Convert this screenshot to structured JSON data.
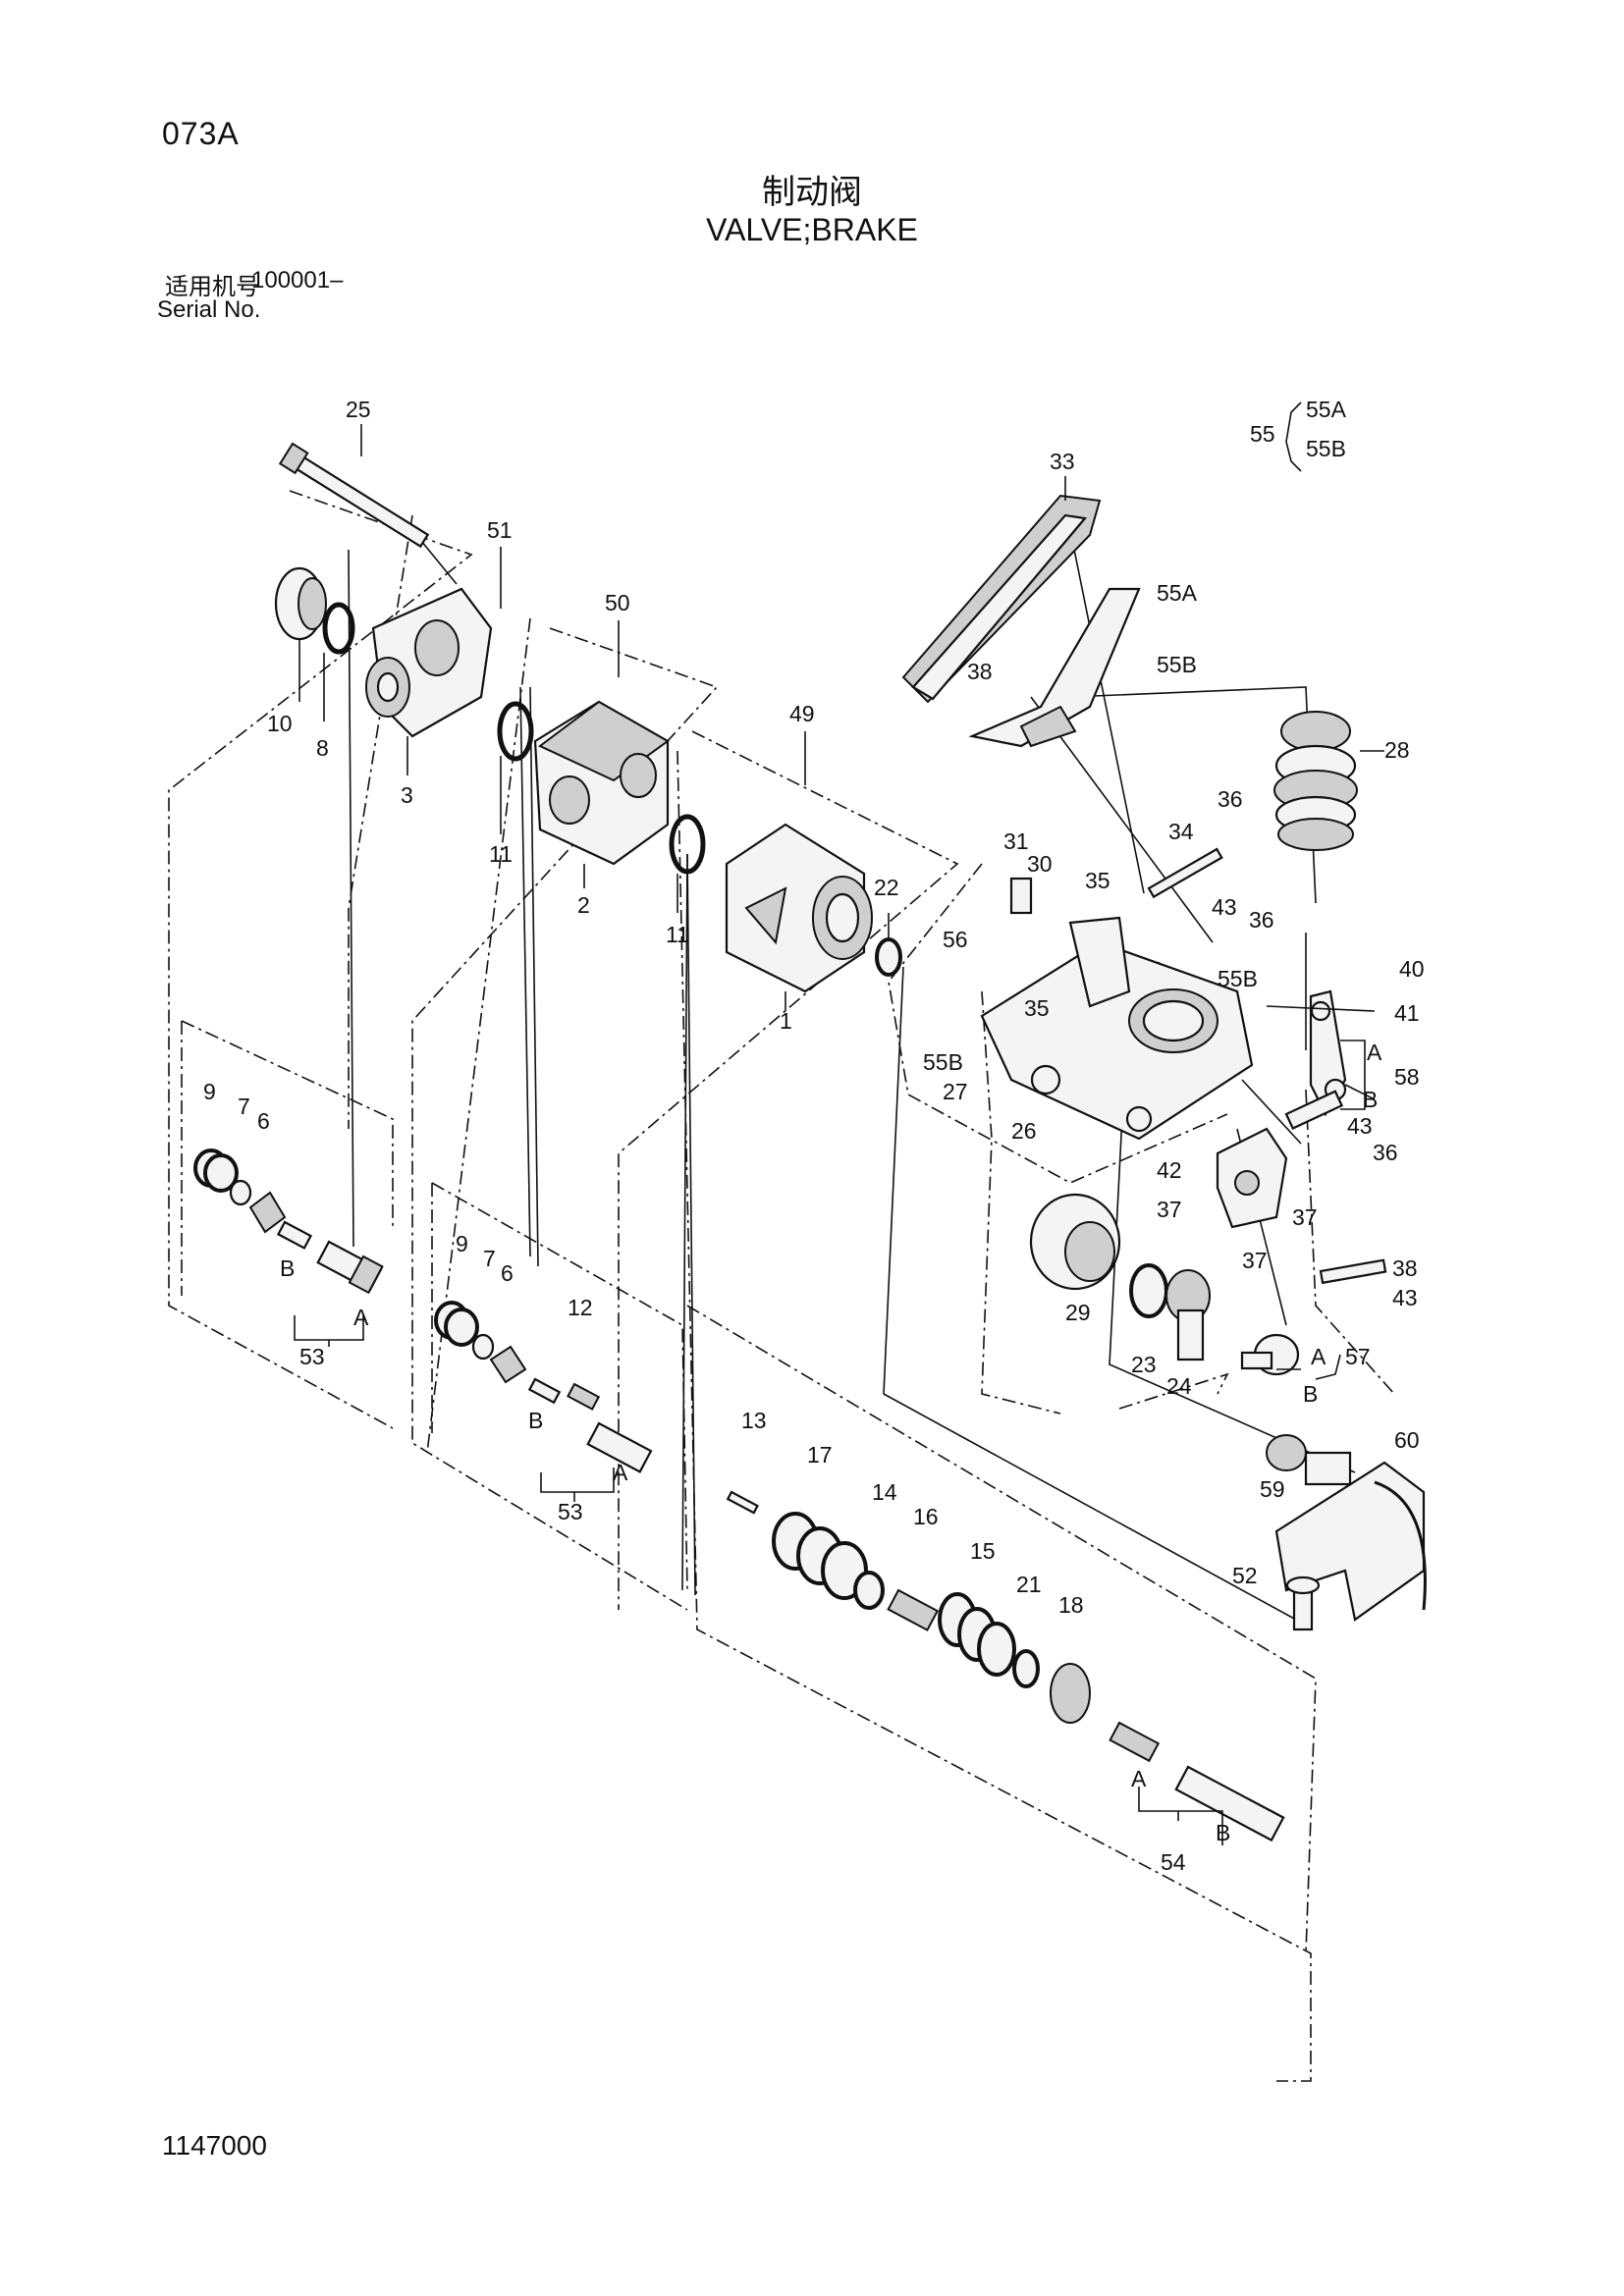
{
  "header": {
    "page_code": "073A",
    "title_cn": "制动阀",
    "title_en": "VALVE;BRAKE",
    "serial_label_cn": "适用机号",
    "serial_value": "100001–",
    "serial_label_en": "Serial No."
  },
  "footer": {
    "drawing_number": "1147000"
  },
  "legend": {
    "parent": "55",
    "children": [
      "55A",
      "55B"
    ]
  },
  "callouts": {
    "c1": "1",
    "c2": "2",
    "c3": "3",
    "c6a": "6",
    "c6b": "6",
    "c7a": "7",
    "c7b": "7",
    "c8": "8",
    "c9a": "9",
    "c9b": "9",
    "c10": "10",
    "c11a": "11",
    "c11b": "11",
    "c12": "12",
    "c13": "13",
    "c14": "14",
    "c15": "15",
    "c16": "16",
    "c17": "17",
    "c18": "18",
    "c21": "21",
    "c22": "22",
    "c23": "23",
    "c24": "24",
    "c25": "25",
    "c26": "26",
    "c27": "27",
    "c28": "28",
    "c29": "29",
    "c30": "30",
    "c31": "31",
    "c33": "33",
    "c34": "34",
    "c35a": "35",
    "c35b": "35",
    "c36a": "36",
    "c36b": "36",
    "c36c": "36",
    "c37a": "37",
    "c37b": "37",
    "c37c": "37",
    "c38a": "38",
    "c38b": "38",
    "c40": "40",
    "c41": "41",
    "c42": "42",
    "c43a": "43",
    "c43b": "43",
    "c43c": "43",
    "c49": "49",
    "c50": "50",
    "c51": "51",
    "c52": "52",
    "c53a": "53",
    "c53b": "53",
    "c54": "54",
    "c55a": "55A",
    "c55b": "55B",
    "c55b2": "55B",
    "c55b3": "55B",
    "c56": "56",
    "c57": "57",
    "c58": "58",
    "c59": "59",
    "c60": "60",
    "a1": "A",
    "a2": "A",
    "a3": "A",
    "a4": "A",
    "a5": "A",
    "b1": "B",
    "b2": "B",
    "b3": "B",
    "b4": "B",
    "b5": "B"
  }
}
